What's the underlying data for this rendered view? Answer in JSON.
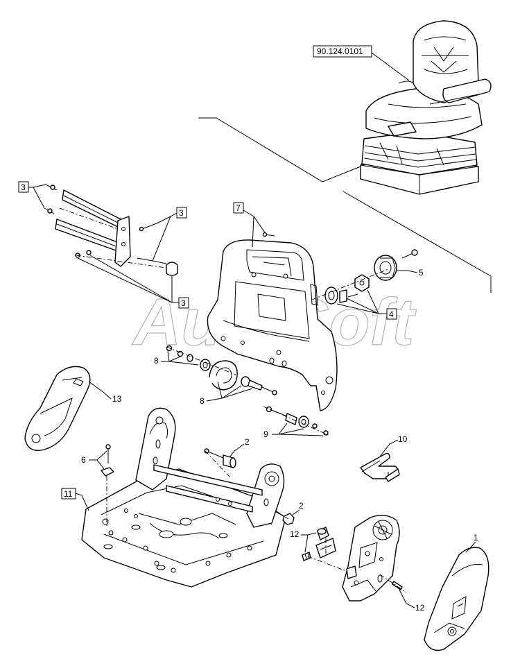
{
  "reference_label": "90.124.0101",
  "watermark": "AutoSoft",
  "callouts": {
    "c1": "1",
    "c2a": "2",
    "c2b": "2",
    "c3a": "3",
    "c3b": "3",
    "c3c": "3",
    "c4": "4",
    "c5": "5",
    "c6": "6",
    "c7": "7",
    "c8a": "8",
    "c8b": "8",
    "c9": "9",
    "c10": "10",
    "c11": "11",
    "c12a": "12",
    "c12b": "12",
    "c13": "13"
  }
}
